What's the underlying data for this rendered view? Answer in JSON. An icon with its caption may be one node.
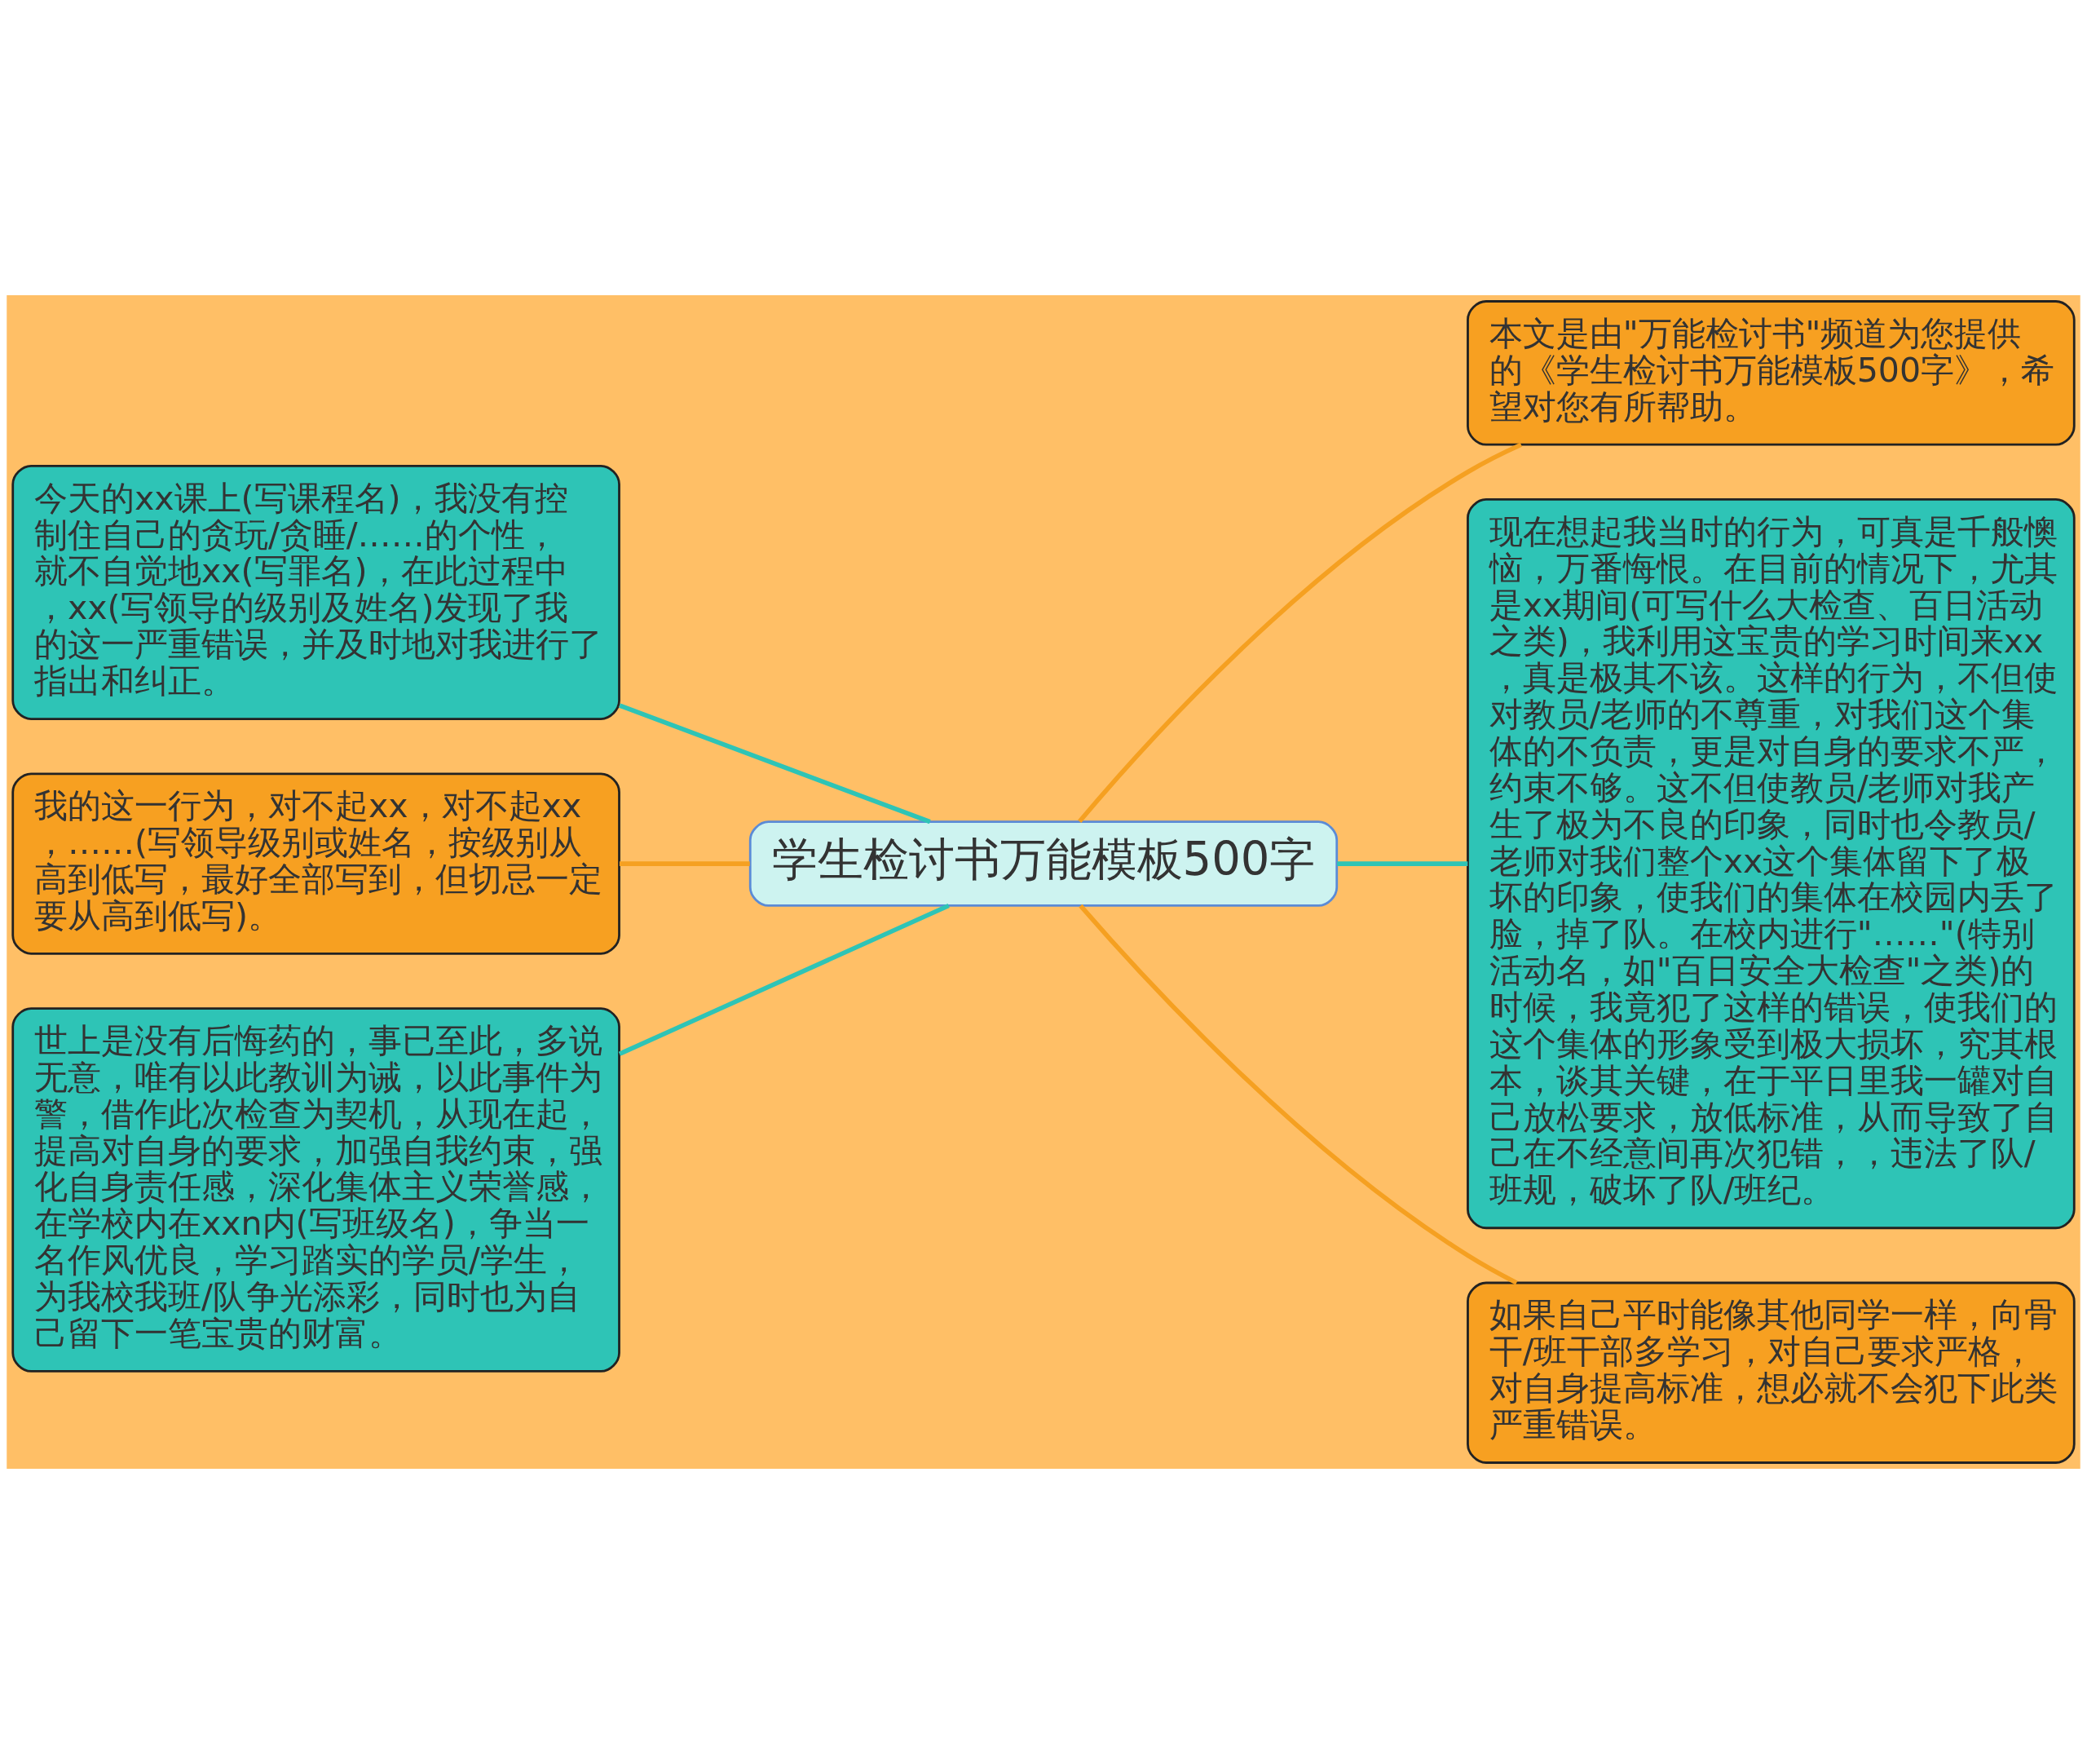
{
  "diagram": {
    "nodes": [
      {
        "text": [
          "学生检讨书万能模板500字"
        ]
      },
      {
        "text": [
          "今天的xx课上(写课程名)，我没有控制住自己的贪玩/贪睡/……的个性，就不自觉地xx(写罪名)，在此过程中，xx(写领导的级别及姓名)发现了我的这一严重错误，并及时地对我进行了指出和纠正。"
        ]
      },
      {
        "text": [
          "我的这一行为，对不起xx，对不起xx，……(写领导级别或姓名，按级别从高到低写，最好全部写到，但切忌一定要从高到低写)。"
        ]
      },
      {
        "text": [
          "世上是没有后悔药的，事已至此，多说无意，唯有以此教训为诫，以此事件为警，借作此次检查为契机，从现在起，提高对自身的要求，加强自我约束，强化自身责任感，深化集体主义荣誉感，在学校内在xxn内(写班级名)，争当一名作风优良，学习踏实的学员/学生，为我校我班/队争光添彩，同时也为自己留下一笔宝贵的财富。"
        ]
      },
      {
        "text": [
          "本文是由\"万能检讨书\"频道为您提供的《学生检讨书万能模板500字》，希望对您有所帮助。"
        ]
      },
      {
        "text": [
          "现在想起我当时的行为，可真是千般懊恼，万番悔恨。在目前的情况下，尤其是xx期间(可写什么大检查、百日活动之类)，我利用这宝贵的学习时间来xx，真是极其不该。这样的行为，不但使对教员/老师的不尊重，对我们这个集体的不负责，更是对自身的要求不严，约束不够。这不但使教员/老师对我产生了极为不良的印象，同时也令教员/老师对我们整个xx这个集体留下了极坏的印象，使我们的集体在校园内丢了脸，掉了队。在校内进行\"……\"(特别活动名，如\"百日安全大检查\"之类)的时候，我竟犯了这样的错误，使我们的这个集体的形象受到极大损坏，究其根本，谈其关键，在于平日里我一罐对自己放松要求，放低标准，从而导致了自己在不经意间再次犯错，，违法了队/班规，破坏了队/班纪。"
        ]
      },
      {
        "text": [
          "如果自己平时能像其他同学一样，向骨干/班干部多学习，对自己要求严格，对自身提高标准，想必就不会犯下此类严重错误。"
        ]
      }
    ],
    "edges": [
      {
        "from": 0,
        "to": 1,
        "arrow": "none"
      },
      {
        "from": 0,
        "to": 2,
        "arrow": "none",
        "color": "#f5a021"
      },
      {
        "from": 0,
        "to": 3,
        "arrow": "none"
      },
      {
        "from": 0,
        "to": 4,
        "arrow": "none",
        "color": "#f5a021"
      },
      {
        "from": 0,
        "to": 5,
        "arrow": "none"
      },
      {
        "from": 0,
        "to": 6,
        "arrow": "none",
        "color": "#f5a021"
      }
    ]
  }
}
